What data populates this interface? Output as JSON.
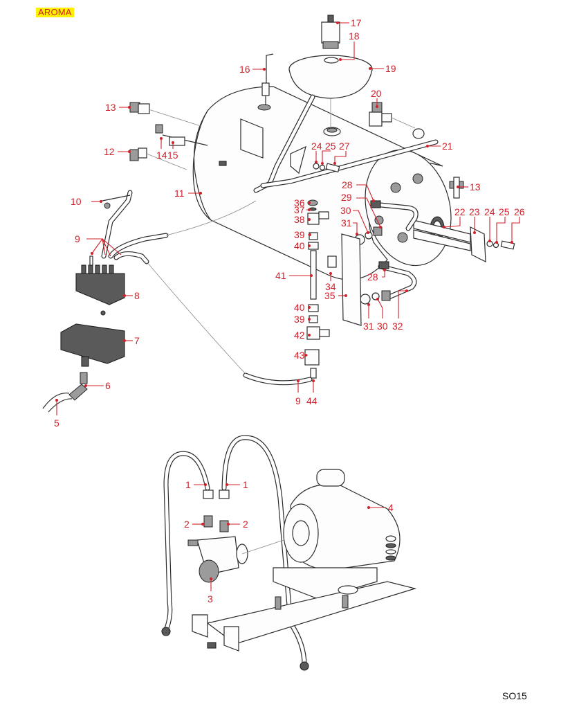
{
  "header": {
    "badge": "AROMA",
    "badge_bg": "#fff200",
    "badge_color": "#d0202a"
  },
  "footer": {
    "code": "SO15"
  },
  "colors": {
    "callout": "#d0202a",
    "line_art": "#2b2b2b"
  },
  "diagram": {
    "title": "Boiler, water level and pump assembly exploded view",
    "callouts": [
      {
        "id": "c17",
        "text": "17"
      },
      {
        "id": "c18",
        "text": "18"
      },
      {
        "id": "c19",
        "text": "19"
      },
      {
        "id": "c16",
        "text": "16"
      },
      {
        "id": "c13a",
        "text": "13"
      },
      {
        "id": "c20",
        "text": "20"
      },
      {
        "id": "c14",
        "text": "14"
      },
      {
        "id": "c15",
        "text": "15"
      },
      {
        "id": "c12",
        "text": "12"
      },
      {
        "id": "c21",
        "text": "21"
      },
      {
        "id": "c24a",
        "text": "24"
      },
      {
        "id": "c25a",
        "text": "25"
      },
      {
        "id": "c27",
        "text": "27"
      },
      {
        "id": "c11",
        "text": "11"
      },
      {
        "id": "c10",
        "text": "10"
      },
      {
        "id": "c28a",
        "text": "28"
      },
      {
        "id": "c13b",
        "text": "13"
      },
      {
        "id": "c29",
        "text": "29"
      },
      {
        "id": "c36",
        "text": "36"
      },
      {
        "id": "c37",
        "text": "37"
      },
      {
        "id": "c30a",
        "text": "30"
      },
      {
        "id": "c22",
        "text": "22"
      },
      {
        "id": "c23",
        "text": "23"
      },
      {
        "id": "c24b",
        "text": "24"
      },
      {
        "id": "c25b",
        "text": "25"
      },
      {
        "id": "c26",
        "text": "26"
      },
      {
        "id": "c38",
        "text": "38"
      },
      {
        "id": "c31a",
        "text": "31"
      },
      {
        "id": "c9a",
        "text": "9"
      },
      {
        "id": "c39a",
        "text": "39"
      },
      {
        "id": "c40a",
        "text": "40"
      },
      {
        "id": "c41",
        "text": "41"
      },
      {
        "id": "c28b",
        "text": "28"
      },
      {
        "id": "c34",
        "text": "34"
      },
      {
        "id": "c8",
        "text": "8"
      },
      {
        "id": "c35",
        "text": "35"
      },
      {
        "id": "c40b",
        "text": "40"
      },
      {
        "id": "c39b",
        "text": "39"
      },
      {
        "id": "c31b",
        "text": "31"
      },
      {
        "id": "c30b",
        "text": "30"
      },
      {
        "id": "c32",
        "text": "32"
      },
      {
        "id": "c7",
        "text": "7"
      },
      {
        "id": "c42",
        "text": "42"
      },
      {
        "id": "c43",
        "text": "43"
      },
      {
        "id": "c6",
        "text": "6"
      },
      {
        "id": "c9b",
        "text": "9"
      },
      {
        "id": "c44",
        "text": "44"
      },
      {
        "id": "c5",
        "text": "5"
      },
      {
        "id": "c1a",
        "text": "1"
      },
      {
        "id": "c1b",
        "text": "1"
      },
      {
        "id": "c4",
        "text": "4"
      },
      {
        "id": "c2a",
        "text": "2"
      },
      {
        "id": "c2b",
        "text": "2"
      },
      {
        "id": "c3",
        "text": "3"
      }
    ]
  }
}
